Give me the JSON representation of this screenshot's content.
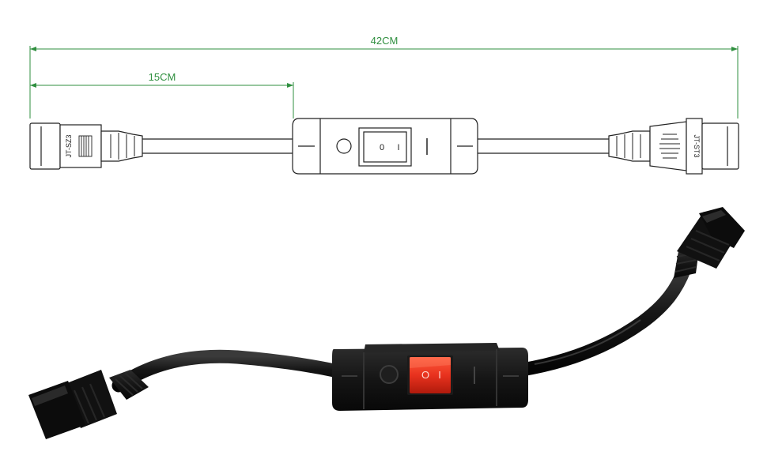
{
  "drawing": {
    "total_length_label": "42CM",
    "segment_length_label": "15CM",
    "left_connector_label": "JT-SZ3",
    "right_connector_label": "JT-ST3",
    "switch_off_symbol": "0",
    "switch_on_symbol": "I"
  },
  "photo": {
    "switch_off_symbol": "O",
    "switch_on_symbol": "I",
    "switch_color": "#e8321e",
    "cable_color": "#141414"
  },
  "colors": {
    "dimension": "#2f8f3f",
    "line_art": "#222222"
  }
}
